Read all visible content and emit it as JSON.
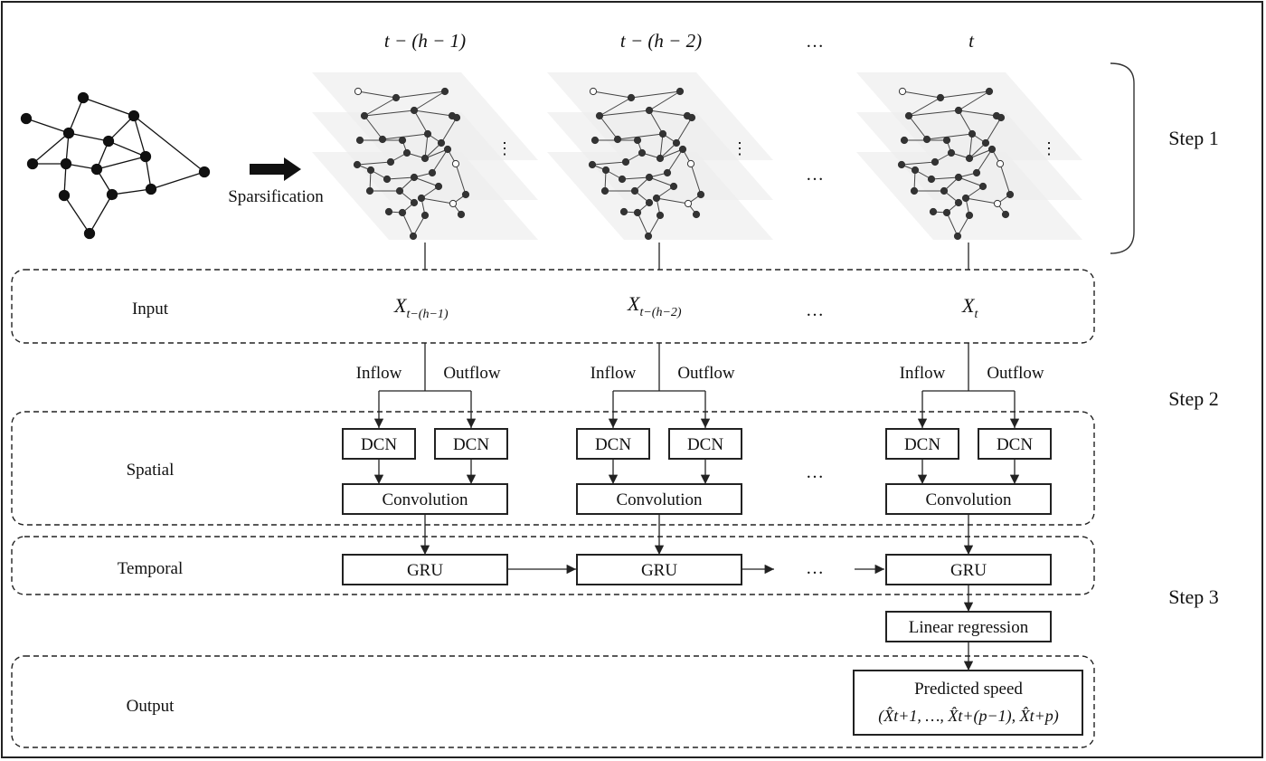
{
  "time_labels": [
    "t − (h − 1)",
    "t − (h − 2)",
    "…",
    "t"
  ],
  "sparsification_label": "Sparsification",
  "step_labels": [
    "Step 1",
    "Step 2",
    "Step 3"
  ],
  "rows": {
    "input": "Input",
    "spatial": "Spatial",
    "temporal": "Temporal",
    "output": "Output"
  },
  "input_symbols": [
    {
      "base": "X",
      "sub": "t−(h−1)"
    },
    {
      "base": "X",
      "sub": "t−(h−2)"
    },
    {
      "base": "X",
      "sub": "t"
    }
  ],
  "ellipsis": "…",
  "vertical_ellipsis": "⋮",
  "flow_labels": {
    "inflow": "Inflow",
    "outflow": "Outflow"
  },
  "blocks": {
    "dcn": "DCN",
    "convolution": "Convolution",
    "gru": "GRU",
    "linear_regression": "Linear regression",
    "predicted_speed": "Predicted speed",
    "predicted_formula": "(X̂t+1, …, X̂t+(p−1), X̂t+p)"
  },
  "colors": {
    "line": "#222222",
    "node": "#333333",
    "layer": "#e9e9e9"
  }
}
